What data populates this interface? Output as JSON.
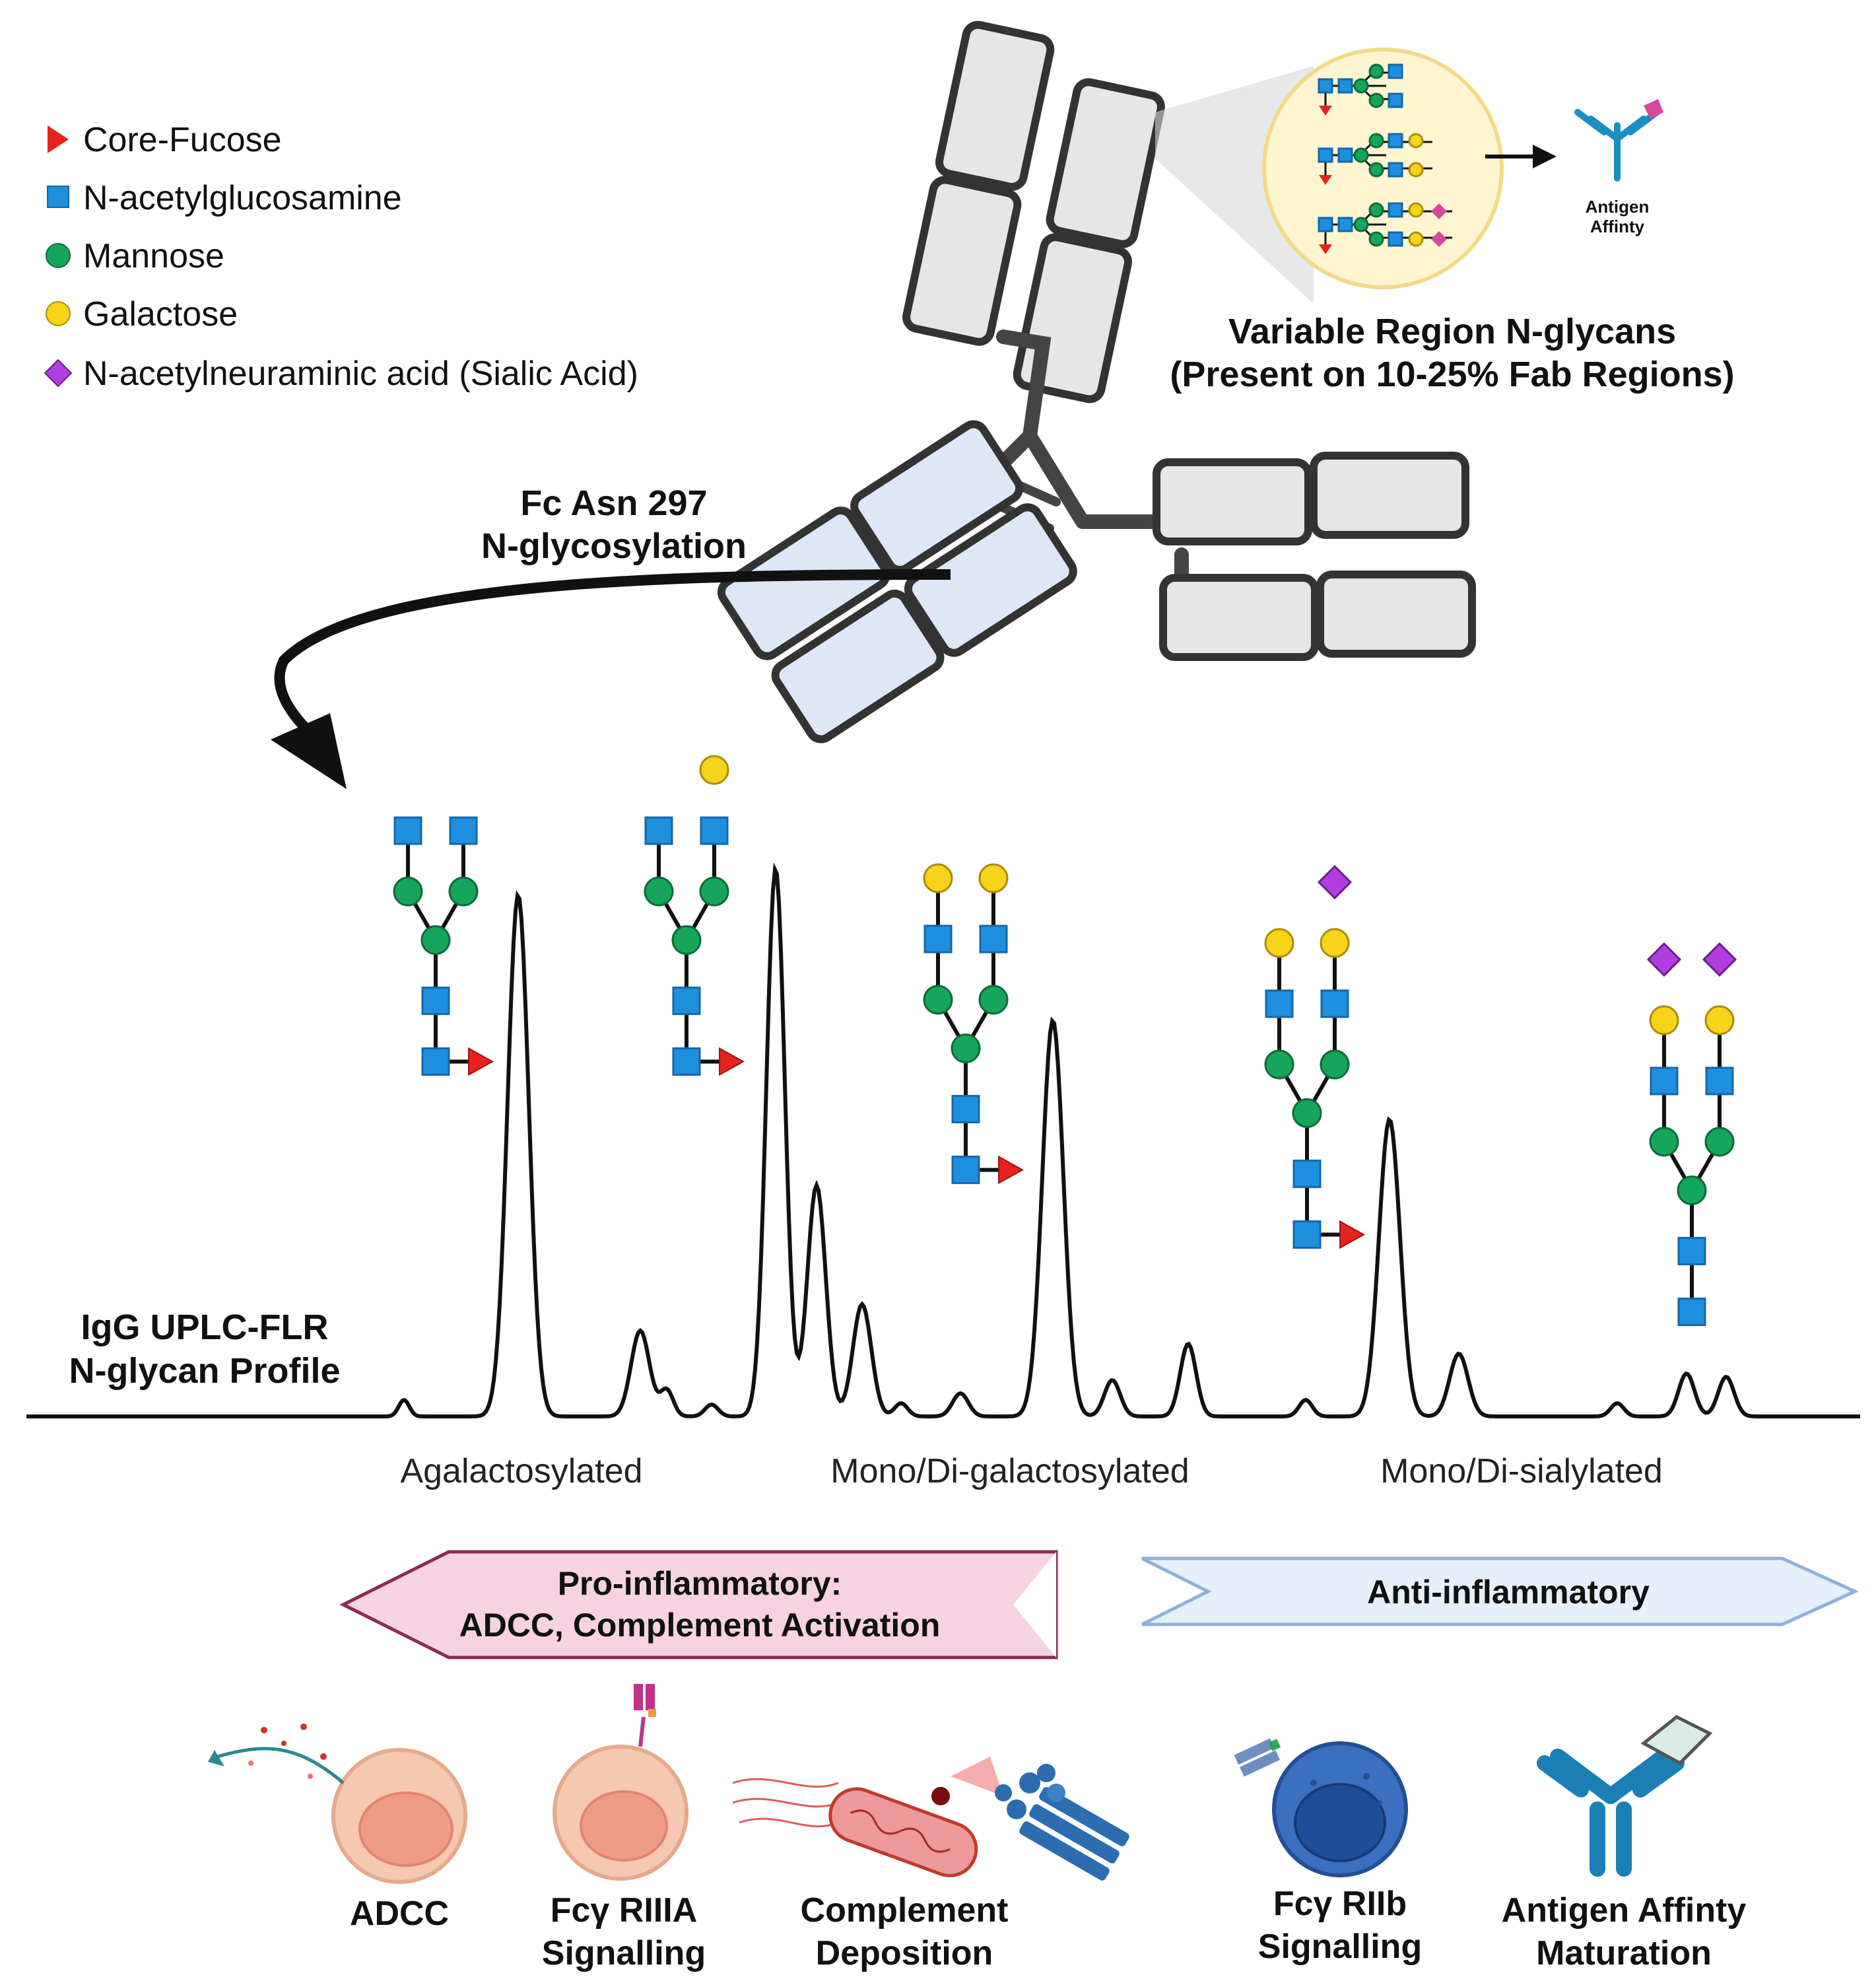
{
  "legend": {
    "items": [
      {
        "label": "Core-Fucose",
        "shape": "red-triangle",
        "color": "#e8221d"
      },
      {
        "label": "N-acetylglucosamine",
        "shape": "blue-square",
        "color": "#1f8fe0"
      },
      {
        "label": "Mannose",
        "shape": "green-circle",
        "color": "#16a65a"
      },
      {
        "label": "Galactose",
        "shape": "yellow-circle",
        "color": "#f7d41a"
      },
      {
        "label": "N-acetylneuraminic acid (Sialic Acid)",
        "shape": "purple-diamond",
        "color": "#b23de0"
      }
    ]
  },
  "antibody": {
    "fc_label_line1": "Fc Asn 297",
    "fc_label_line2": "N-glycosylation",
    "variable_line1": "Variable Region N-glycans",
    "variable_line2": "(Present on 10-25% Fab Regions)",
    "antigen_line1": "Antigen",
    "antigen_line2": "Affinty"
  },
  "profile": {
    "title_line1": "IgG UPLC-FLR",
    "title_line2": "N-glycan Profile",
    "groups": [
      "Agalactosylated",
      "Mono/Di-galactosylated",
      "Mono/Di-sialylated"
    ]
  },
  "banners": {
    "pro_line1": "Pro-inflammatory:",
    "pro_line2": "ADCC, Complement Activation",
    "anti": "Anti-inflammatory",
    "pro_color": "#f7d3e2",
    "anti_color": "#e6f0fa"
  },
  "effects": {
    "adcc": "ADCC",
    "fc3a_line1": "Fcγ RIIIA",
    "fc3a_line2": "Signalling",
    "comp_line1": "Complement",
    "comp_line2": "Deposition",
    "fc2b_line1": "Fcγ RIIb",
    "fc2b_line2": "Signalling",
    "aff_line1": "Antigen Affinty",
    "aff_line2": "Maturation"
  }
}
